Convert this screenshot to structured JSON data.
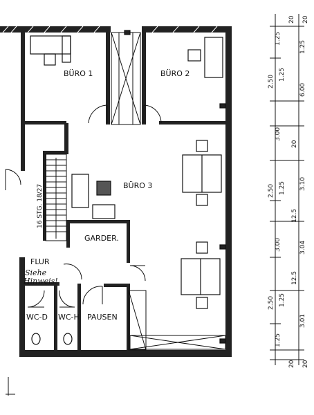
{
  "rooms": {
    "buero1": "BÜRO 1",
    "buero2": "BÜRO 2",
    "buero3": "BÜRO 3",
    "garder": "GARDER.",
    "flur": "FLUR",
    "wc_d": "WC-D",
    "wc_h": "WC-H",
    "pausen": "PAUSEN"
  },
  "stair_label": "16 STG. 18/27",
  "handwriting": [
    "Siehe",
    "Hinweis!"
  ],
  "dimensions": {
    "outer": [
      "20",
      "1.25",
      "2.50",
      "1.25",
      "3.00",
      "20",
      "2.50",
      "1.25",
      "3.00",
      "12.5",
      "2.50",
      "1.25",
      "12.5",
      "1.25",
      "20"
    ],
    "inner": [
      "1.25",
      "6.00",
      "3.10",
      "3.04",
      "3.01",
      "20",
      "20"
    ]
  }
}
